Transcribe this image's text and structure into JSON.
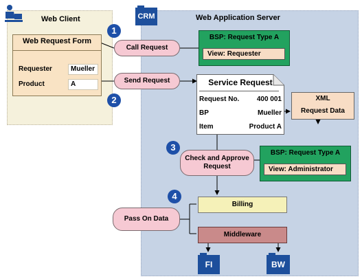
{
  "client": {
    "label": "Web Client"
  },
  "server": {
    "label": "Web Application Server"
  },
  "crm_badge": "CRM",
  "form": {
    "title": "Web Request Form",
    "fields": [
      {
        "label": "Requester",
        "value": "Mueller"
      },
      {
        "label": "Product",
        "value": "A"
      }
    ]
  },
  "steps": [
    "1",
    "2",
    "3",
    "4"
  ],
  "actions": {
    "call_request": "Call Request",
    "send_request": "Send Request",
    "check_approve_line1": "Check and Approve",
    "check_approve_line2": "Request",
    "pass_on_data": "Pass On Data"
  },
  "bsp_requester": {
    "title": "BSP: Request Type A",
    "view": "View: Requester"
  },
  "bsp_admin": {
    "title": "BSP: Request Type A",
    "view": "View: Administrator"
  },
  "service_request": {
    "title": "Service Request",
    "rows": [
      {
        "label": "Request No.",
        "value": "400 001"
      },
      {
        "label": "BP",
        "value": "Mueller"
      },
      {
        "label": "Item",
        "value": "Product A"
      }
    ]
  },
  "xml": {
    "line1": "XML",
    "line2": "Request Data"
  },
  "billing": "Billing",
  "middleware": "Middleware",
  "targets": [
    "FI",
    "BW"
  ],
  "icons": {
    "user": "user-at-computer-icon",
    "folder": "folder-icon"
  }
}
